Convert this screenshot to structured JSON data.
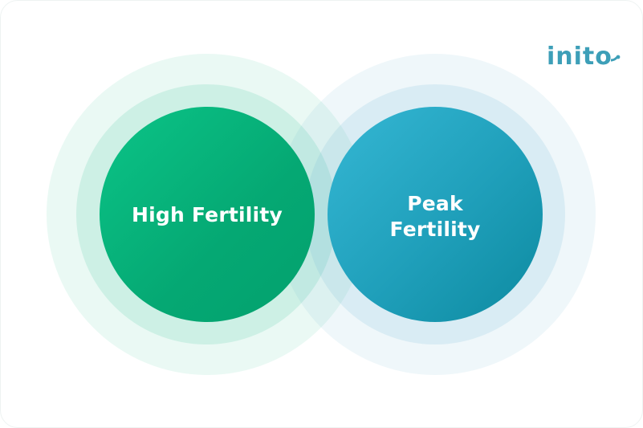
{
  "brand": {
    "logo_text": "inito",
    "logo_color": "#3d9fb8"
  },
  "diagram": {
    "type": "overlapping-circles",
    "circles": [
      {
        "id": "high-fertility",
        "label": "High Fertility",
        "color_core": "#07b27a",
        "color_ring": "#cdeee2"
      },
      {
        "id": "peak-fertility",
        "label_line1": "Peak",
        "label_line2": "Fertility",
        "color_core": "#1a9cb8",
        "color_ring": "#d8eef4"
      }
    ]
  }
}
